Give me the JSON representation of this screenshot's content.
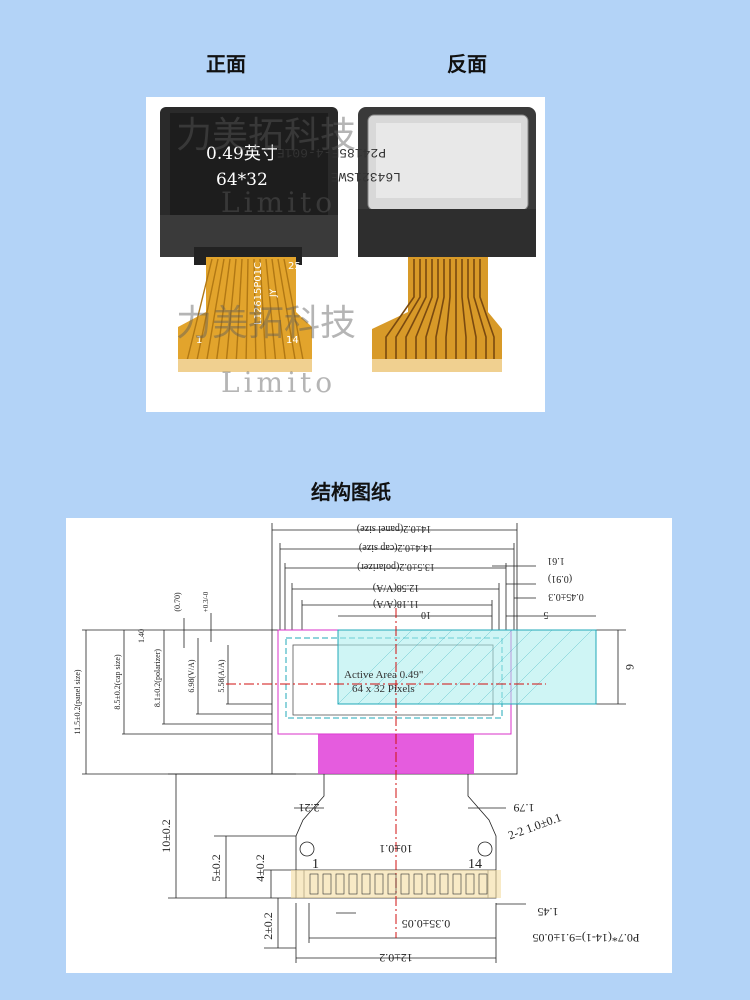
{
  "headings": {
    "front": "正面",
    "back": "反面",
    "drawing": "结构图纸"
  },
  "photo": {
    "screen_text_line1": "0.49英寸",
    "screen_text_line2": "64*32",
    "watermark_cn": "力美拓科技",
    "watermark_en": "Limito",
    "fpc_part_no": "L12615P01C",
    "fpc_sub": "JY",
    "pin_label_first": "1",
    "pin_label_last": "14",
    "pin_label_25": "25",
    "back_label1": "P24185E-4-601E",
    "back_label2": "L64321SWE"
  },
  "drawing": {
    "dims_top": {
      "panel_size": "14±0.2(panel size)",
      "cap_size": "14.4±0.2(cap size)",
      "polarizer": "13.5±0.2(polarizer)",
      "va": "12.58(V/A)",
      "aa": "11.18(A/A)",
      "ten": "10",
      "five": "5",
      "d161": "1.61",
      "d091": "(0.91)",
      "d045": "0.45±0.3"
    },
    "dims_left": {
      "panel": "11.5±0.2(panel size)",
      "cap": "8.5±0.2(cap size)",
      "polarizer": "8.1±0.2(polarizer)",
      "va": "6.98(V/A)",
      "aa": "5.58(A/A)",
      "d140": "1.40",
      "d070": "(0.70)",
      "tol": "+0.3/-0"
    },
    "right_six": "6",
    "active_area_line1": "Active Area 0.49\"",
    "active_area_line2": "64 x 32 Pixels",
    "fpc": {
      "d221": "2.21",
      "d179": "1.79",
      "hole": "2-2 1.0±0.1",
      "ten": "10±0.2",
      "pitch10": "10±0.1",
      "five": "5±0.2",
      "four": "4±0.2",
      "two": "2±0.2",
      "pin1": "1",
      "pin14": "14",
      "pitch": "0.35±0.05",
      "d145": "1.45",
      "formula": "P0.7*(14-1)=9.1±0.05",
      "width": "12±0.2"
    }
  }
}
